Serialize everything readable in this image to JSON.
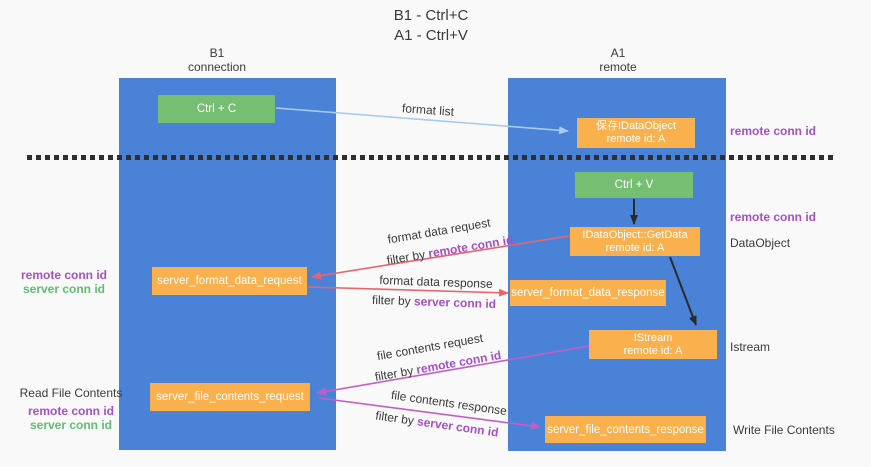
{
  "title": {
    "line1": "B1 - Ctrl+C",
    "line2": "A1 - Ctrl+V"
  },
  "lanes": {
    "b1": {
      "name": "B1",
      "role": "connection"
    },
    "a1": {
      "name": "A1",
      "role": "remote"
    }
  },
  "nodes": {
    "ctrl_c": {
      "label": "Ctrl + C"
    },
    "save_idataobject": {
      "line1": "保存IDataObject",
      "line2": "remote id: A"
    },
    "ctrl_v": {
      "label": "Ctrl + V"
    },
    "getdata": {
      "line1": "IDataObject::GetData",
      "line2": "remote id: A"
    },
    "server_format_data_request": {
      "label": "server_format_data_request"
    },
    "server_format_data_response": {
      "label": "server_format_data_response"
    },
    "istream": {
      "line1": "IStream",
      "line2": "remote id: A"
    },
    "server_file_contents_request": {
      "label": "server_file_contents_request"
    },
    "server_file_contents_response": {
      "label": "server_file_contents_response"
    }
  },
  "annotations": {
    "remote_conn_id": "remote conn id",
    "server_conn_id": "server conn id",
    "dataobject": "DataObject",
    "istream": "Istream",
    "read_file_contents": "Read File Contents",
    "write_file_contents": "Write File Contents"
  },
  "arrows": {
    "format_list": "format list",
    "format_data_request": "format data request",
    "format_data_response": "format data response",
    "file_contents_request": "file contents request",
    "file_contents_response": "file contents response",
    "filter_by": "filter by"
  },
  "colors": {
    "lane_blue": "#4A82D8",
    "node_green": "#76BE71",
    "node_orange": "#F9B04D",
    "arrow_blue": "#A8CCEE",
    "arrow_red": "#E8646C",
    "arrow_magenta": "#C45EC6",
    "arrow_black": "#2B2B2B",
    "text_purple": "#A64FC8",
    "text_green": "#5FBE70",
    "dash_black": "#2F2F2F"
  }
}
